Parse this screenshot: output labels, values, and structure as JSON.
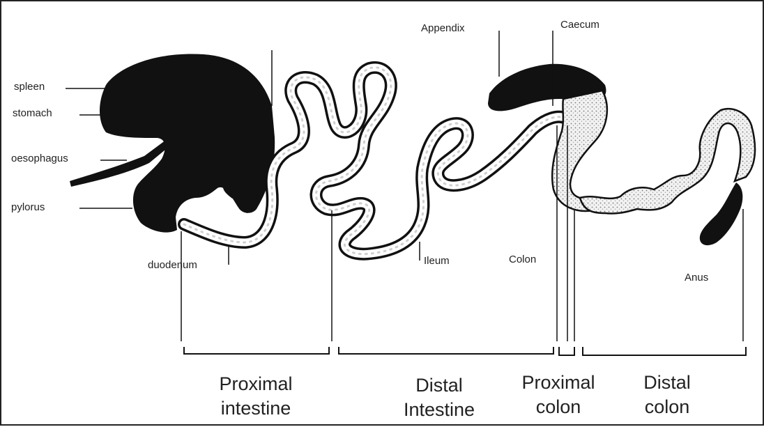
{
  "labels": {
    "spleen": "spleen",
    "stomach": "stomach",
    "oesophagus": "oesophagus",
    "pylorus": "pylorus",
    "duodenum": "duodenum",
    "appendix": "Appendix",
    "caecum": "Caecum",
    "ileum": "Ileum",
    "colon": "Colon",
    "anus": "Anus"
  },
  "regions": {
    "proximal_intestine_1": "Proximal",
    "proximal_intestine_2": "intestine",
    "distal_intestine_1": "Distal",
    "distal_intestine_2": "Intestine",
    "proximal_colon_1": "Proximal",
    "proximal_colon_2": "colon",
    "distal_colon_1": "Distal",
    "distal_colon_2": "colon"
  },
  "colors": {
    "ink": "#111111",
    "stipple": "#d9d9d9",
    "background": "#ffffff"
  }
}
